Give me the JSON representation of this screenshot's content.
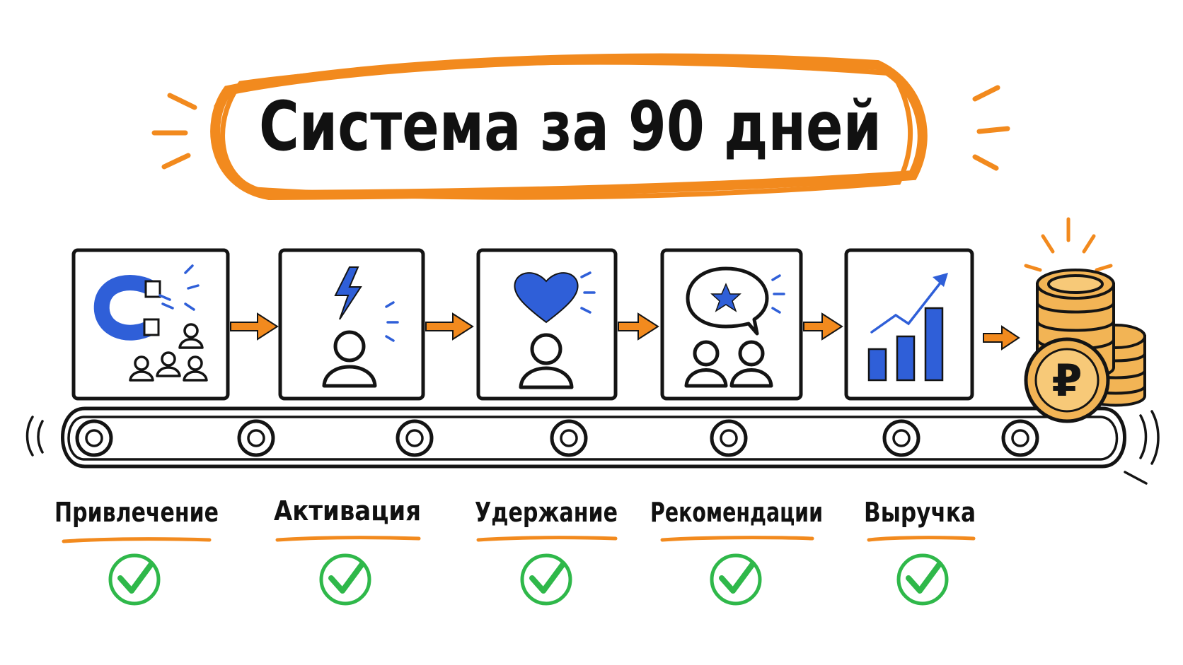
{
  "title": "Система за 90 дней",
  "colors": {
    "accent": "#f28a1e",
    "icon_blue": "#2f5fd8",
    "check_green": "#2fb84a",
    "coin_gold": "#f2b455",
    "ink": "#141414"
  },
  "stages": [
    {
      "label": "Привлечение",
      "icon": "magnet-with-people-icon",
      "done": true
    },
    {
      "label": "Активация",
      "icon": "lightning-person-icon",
      "done": true
    },
    {
      "label": "Удержание",
      "icon": "heart-person-icon",
      "done": true
    },
    {
      "label": "Рекомендации",
      "icon": "speech-star-people-icon",
      "done": true
    },
    {
      "label": "Выручка",
      "icon": "growth-chart-icon",
      "done": true
    }
  ],
  "result": {
    "icon": "ruble-coin-stack-icon",
    "currency_symbol": "₽"
  }
}
